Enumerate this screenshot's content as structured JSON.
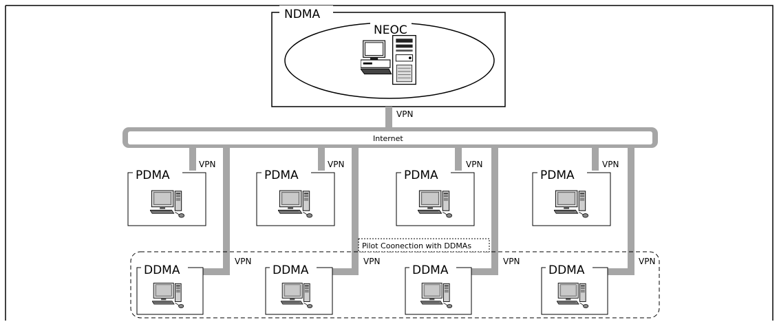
{
  "ndma": {
    "label": "NDMA",
    "center_label": "NEOC"
  },
  "internet": {
    "label": "Internet"
  },
  "top_link_label": "VPN",
  "pdma_nodes": [
    {
      "label": "PDMA",
      "vpn": "VPN"
    },
    {
      "label": "PDMA",
      "vpn": "VPN"
    },
    {
      "label": "PDMA",
      "vpn": "VPN"
    },
    {
      "label": "PDMA",
      "vpn": "VPN"
    }
  ],
  "ddma_nodes": [
    {
      "label": "DDMA",
      "vpn": "VPN"
    },
    {
      "label": "DDMA",
      "vpn": "VPN"
    },
    {
      "label": "DDMA",
      "vpn": "VPN"
    },
    {
      "label": "DDMA",
      "vpn": "VPN"
    }
  ],
  "pilot_label": "Pilot Coonection with DDMAs",
  "colors": {
    "pipe": "#a6a6a6",
    "screen": "#b5b5b5",
    "frame": "#000000"
  }
}
